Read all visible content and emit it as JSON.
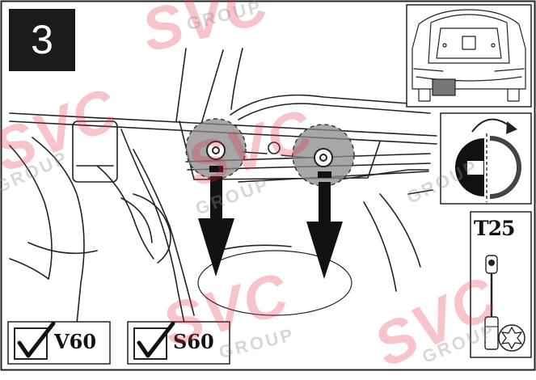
{
  "step": {
    "number": "3"
  },
  "tool": {
    "label": "T25",
    "icon": "torx-screwdriver-icon"
  },
  "models": [
    {
      "label": "V60",
      "checked": true
    },
    {
      "label": "S60",
      "checked": true
    }
  ],
  "watermark": {
    "brand": "SVC",
    "sub": "GROUP",
    "color": "#e22b46"
  }
}
